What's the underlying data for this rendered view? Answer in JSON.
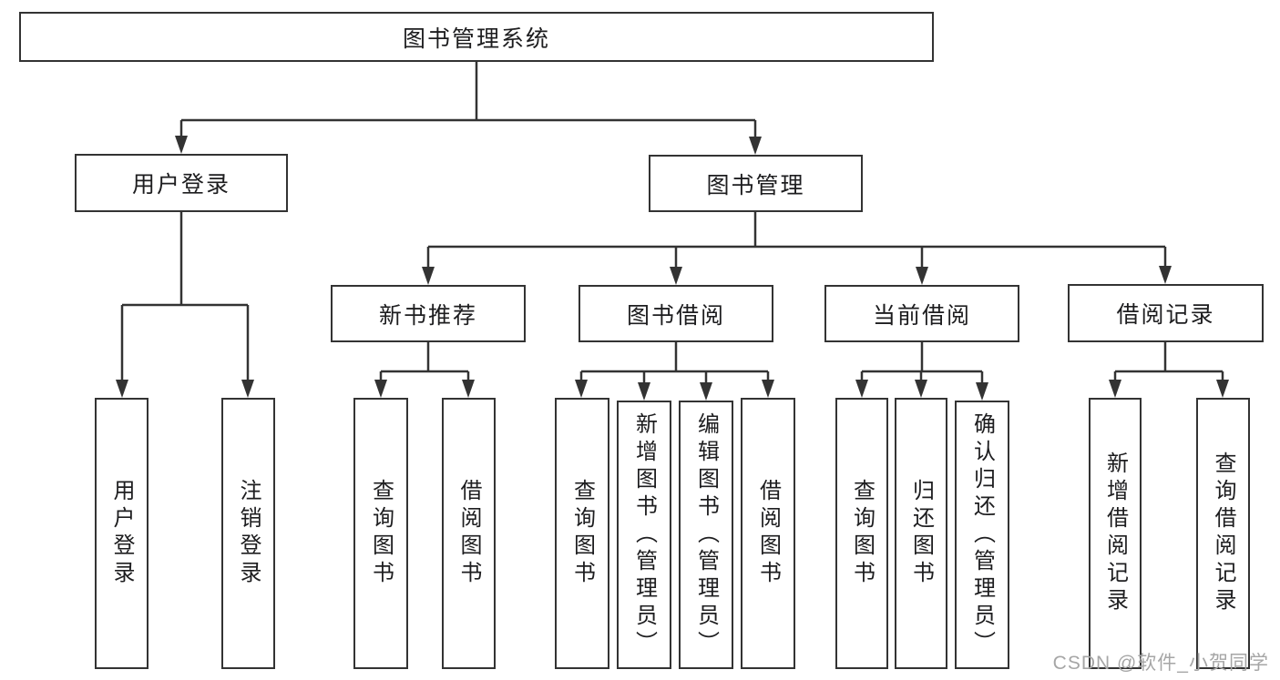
{
  "diagram_title": "图书管理系统",
  "tree": {
    "root": {
      "label": "图书管理系统",
      "children": [
        {
          "label": "用户登录",
          "children": [
            {
              "label": "用户登录"
            },
            {
              "label": "注销登录"
            }
          ]
        },
        {
          "label": "图书管理",
          "children": [
            {
              "label": "新书推荐",
              "children": [
                {
                  "label": "查询图书"
                },
                {
                  "label": "借阅图书"
                }
              ]
            },
            {
              "label": "图书借阅",
              "children": [
                {
                  "label": "查询图书"
                },
                {
                  "label": "新增图书（管理员）"
                },
                {
                  "label": "编辑图书（管理员）"
                },
                {
                  "label": "借阅图书"
                }
              ]
            },
            {
              "label": "当前借阅",
              "children": [
                {
                  "label": "查询图书"
                },
                {
                  "label": "归还图书"
                },
                {
                  "label": "确认归还（管理员）"
                }
              ]
            },
            {
              "label": "借阅记录",
              "children": [
                {
                  "label": "新增借阅记录"
                },
                {
                  "label": "查询借阅记录"
                }
              ]
            }
          ]
        }
      ]
    }
  },
  "watermark": {
    "text": "CSDN @软件_小贺同学"
  },
  "colors": {
    "line": "#333333",
    "box_border": "#333333",
    "box_fill": "#ffffff",
    "text": "#1d1d1f",
    "watermark": "#a6a6a6",
    "background": "#ffffff"
  }
}
